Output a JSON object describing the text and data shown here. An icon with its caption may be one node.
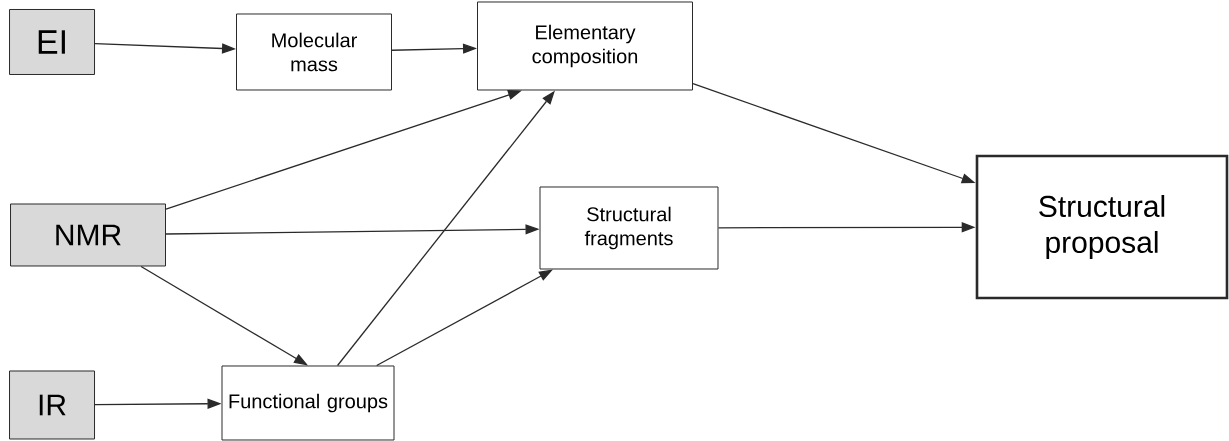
{
  "diagram": {
    "nodes": [
      {
        "text": [
          "EI"
        ]
      },
      {
        "text": [
          "Molecular mass"
        ]
      },
      {
        "text": [
          "Elementary composition"
        ]
      },
      {
        "text": [
          "NMR"
        ]
      },
      {
        "text": [
          "Structural fragments"
        ]
      },
      {
        "text": [
          "Structural proposal"
        ]
      },
      {
        "text": [
          "IR"
        ]
      },
      {
        "text": [
          "Functional groups"
        ]
      }
    ],
    "edges": [
      {
        "from": 0,
        "to": 1,
        "arrow": "to"
      },
      {
        "from": 1,
        "to": 2,
        "arrow": "to"
      },
      {
        "from": 3,
        "to": 2,
        "arrow": "to"
      },
      {
        "from": 7,
        "to": 2,
        "arrow": "to"
      },
      {
        "from": 3,
        "to": 4,
        "arrow": "to"
      },
      {
        "from": 3,
        "to": 7,
        "arrow": "to"
      },
      {
        "from": 6,
        "to": 7,
        "arrow": "to"
      },
      {
        "from": 7,
        "to": 4,
        "arrow": "to"
      },
      {
        "from": 2,
        "to": 5,
        "arrow": "to"
      },
      {
        "from": 4,
        "to": 5,
        "arrow": "to"
      }
    ]
  }
}
